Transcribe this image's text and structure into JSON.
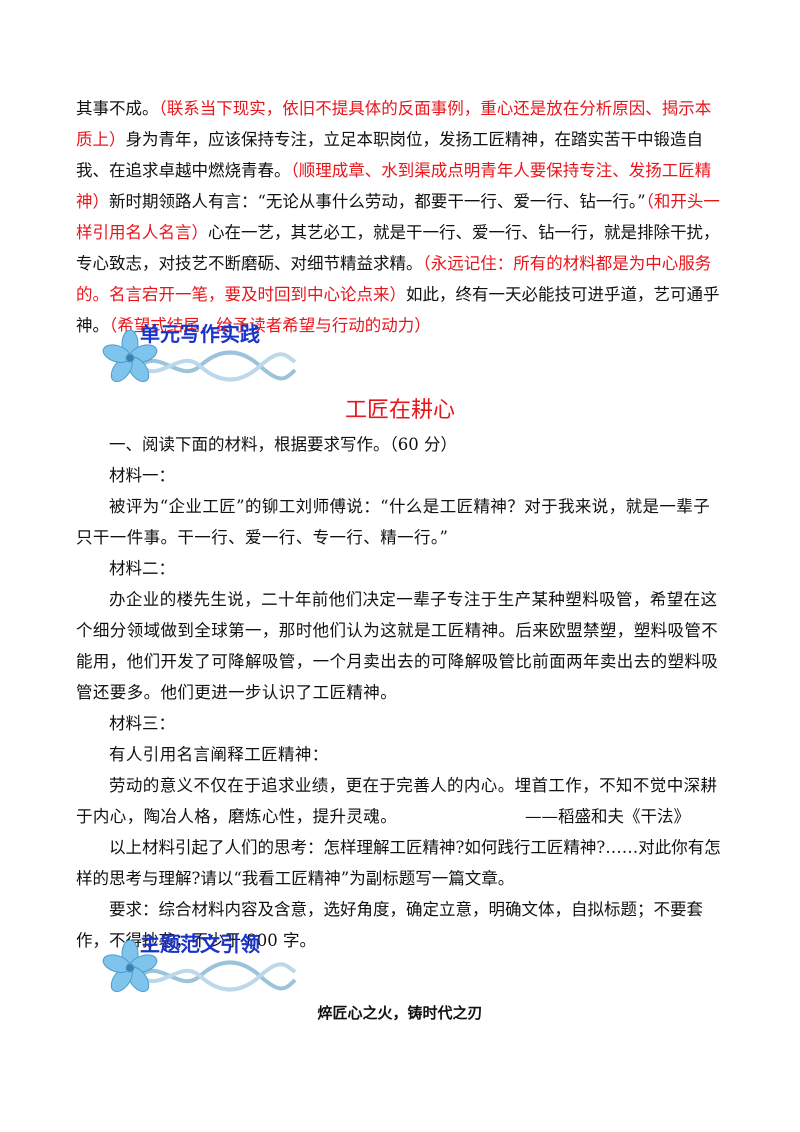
{
  "intro": {
    "p1_text1": "其事不成。",
    "p1_note1": "（联系当下现实，依旧不提具体的反面事例，重心还是放在分析原因、揭示本质上）",
    "p1_text2": "身为青年，应该保持专注，立足本职岗位，发扬工匠精神，在踏实苦干中锻造自我、在追求卓越中燃烧青春。",
    "p1_note2": "（顺理成章、水到渠成点明青年人要保持专注、发扬工匠精神）",
    "p2_text1": "新时期领路人有言：“无论从事什么劳动，都要干一行、爱一行、钻一行。”",
    "p2_note1": "（和开头一样引用名人名言）",
    "p2_text2": "心在一艺，其艺必工，就是干一行、爱一行、钻一行，就是排除干扰，专心致志，对技艺不断磨砺、对细节精益求精。",
    "p2_note2": "（永远记住：所有的材料都是为中心服务的。名言宕开一笔，要及时回到中心论点来）",
    "p2_text3": "如此，终有一天必能技可进乎道，艺可通乎神。",
    "p2_note3": "（希望式结尾，给予读者希望与行动的动力）"
  },
  "section1": {
    "banner": "单元写作实践",
    "title": "工匠在耕心",
    "question": "一、阅读下面的材料，根据要求写作。（60 分）",
    "m1_label": "材料一：",
    "m1_text": "被评为“企业工匠”的铆工刘师傅说：“什么是工匠精神？对于我来说，就是一辈子只干一件事。干一行、爱一行、专一行、精一行。”",
    "m2_label": "材料二：",
    "m2_text": "办企业的楼先生说，二十年前他们决定一辈子专注于生产某种塑料吸管，希望在这个细分领域做到全球第一，那时他们认为这就是工匠精神。后来欧盟禁塑，塑料吸管不能用，他们开发了可降解吸管，一个月卖出去的可降解吸管比前面两年卖出去的塑料吸管还要多。他们更进一步认识了工匠精神。",
    "m3_label": "材料三：",
    "m3_text1": "有人引用名言阐释工匠精神：",
    "m3_text2": "劳动的意义不仅在于追求业绩，更在于完善人的内心。埋首工作，不知不觉中深耕于内心，陶冶人格，磨炼心性，提升灵魂。",
    "m3_attrib": "——稻盛和夫《干法》",
    "prompt": "以上材料引起了人们的思考：怎样理解工匠精神?如何践行工匠精神?……对此你有怎样的思考与理解?请以“我看工匠精神”为副标题写一篇文章。",
    "req": "要求：综合材料内容及含意，选好角度，确定立意，明确文体，自拟标题；不要套作，不得抄袭；不少于 800 字。"
  },
  "section2": {
    "banner": "主题范文引领",
    "essay_title": "焠匠心之火，铸时代之刃"
  },
  "colors": {
    "red": "#e8151b",
    "blue": "#1a33c8",
    "flower": "#7fc4ec"
  },
  "icons": [
    "flower-icon",
    "dna-ribbon-icon"
  ]
}
